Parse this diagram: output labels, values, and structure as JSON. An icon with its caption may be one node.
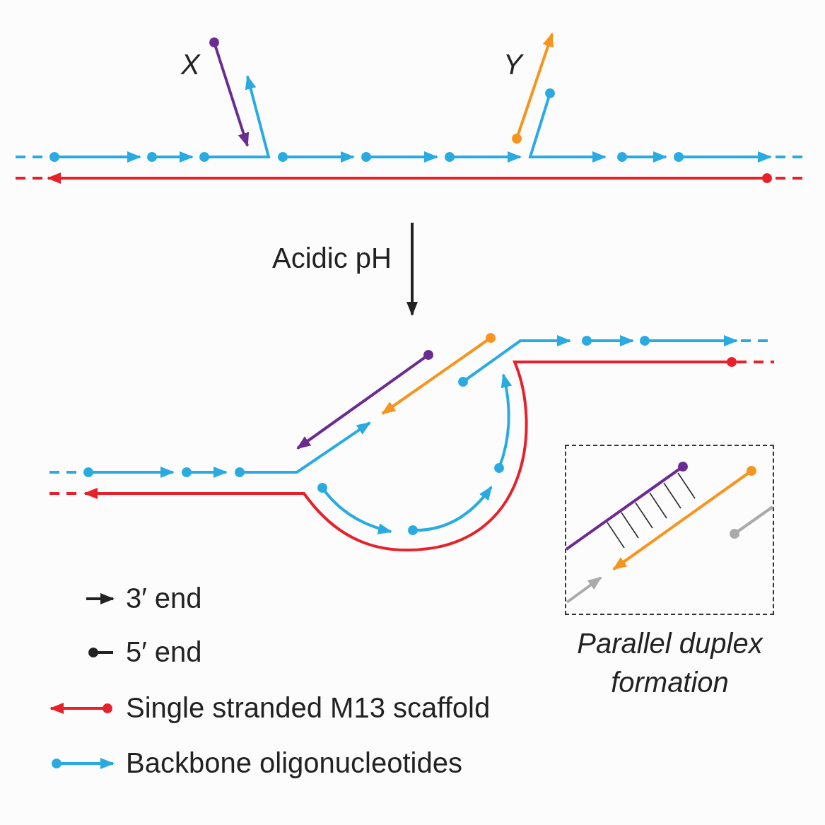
{
  "diagram": {
    "nodes": [
      {
        "text": [
          "Parallel duplex formation"
        ]
      }
    ],
    "labels": [
      "X",
      "Y",
      "Acidic pH"
    ],
    "legend": [
      {
        "text": "3′ end"
      },
      {
        "text": "5′ end"
      },
      {
        "text": "Single stranded M13 scaffold"
      },
      {
        "text": "Backbone oligonucleotides"
      }
    ]
  }
}
